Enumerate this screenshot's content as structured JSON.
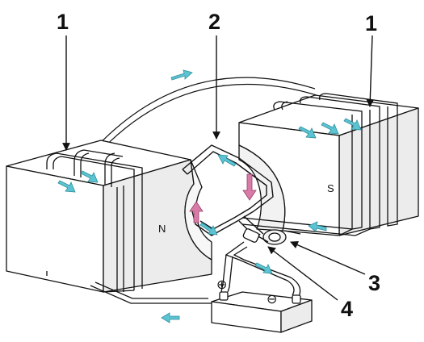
{
  "callouts": {
    "field_coil_left": "1",
    "armature_loop": "2",
    "commutator": "3",
    "brush": "4",
    "field_coil_right": "1"
  },
  "poles": {
    "north": "N",
    "south": "S"
  },
  "battery": {
    "positive": "⊕",
    "negative": "⊖"
  },
  "colors": {
    "current_arrow": "#5cc3d2",
    "force_arrow": "#d77ca7",
    "magnet_face": "#ffffff",
    "magnet_side": "#eaeaea",
    "outline": "#111111"
  },
  "icons": {
    "current_arrow": "cyan-arrow-icon",
    "force_arrow": "pink-force-arrow-icon"
  }
}
